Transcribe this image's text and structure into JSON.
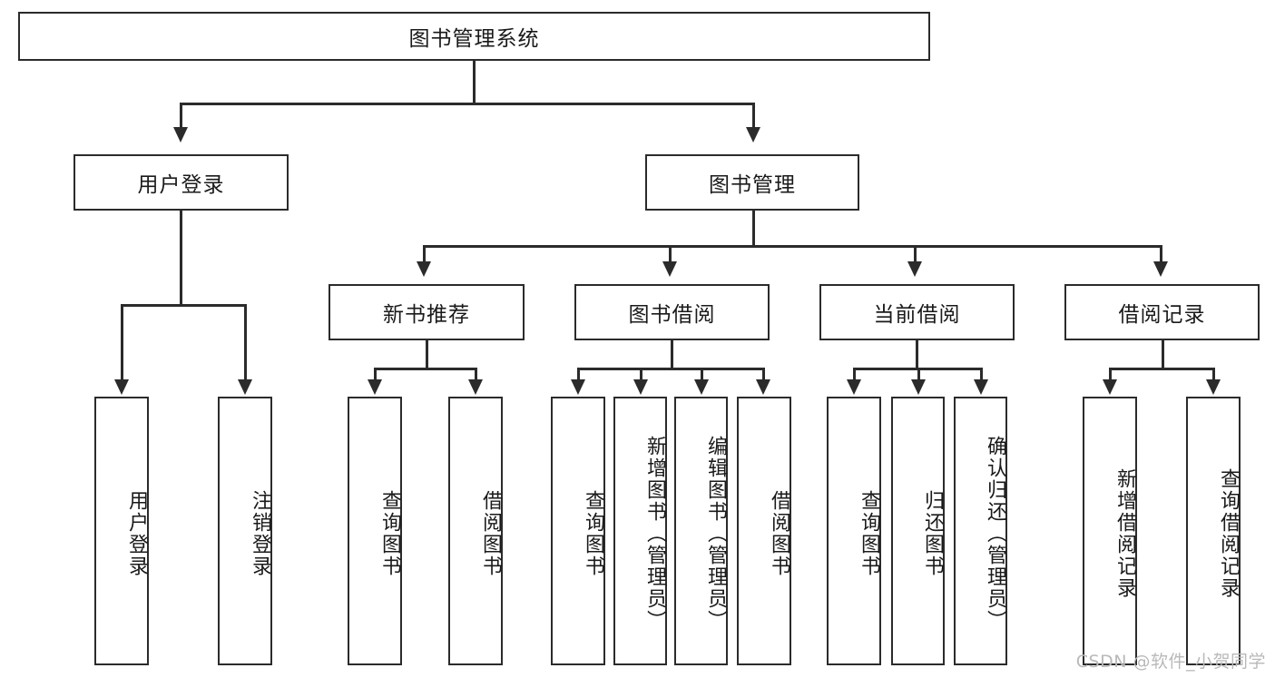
{
  "diagram": {
    "type": "tree-hierarchy",
    "root": {
      "id": "root",
      "label": "图书管理系统"
    },
    "level2": [
      {
        "id": "user-login",
        "label": "用户登录"
      },
      {
        "id": "book-management",
        "label": "图书管理"
      }
    ],
    "level3": [
      {
        "id": "new-book-recommend",
        "label": "新书推荐",
        "parent": "book-management"
      },
      {
        "id": "book-borrow",
        "label": "图书借阅",
        "parent": "book-management"
      },
      {
        "id": "current-borrow",
        "label": "当前借阅",
        "parent": "book-management"
      },
      {
        "id": "borrow-record",
        "label": "借阅记录",
        "parent": "book-management"
      }
    ],
    "leaves": {
      "user_login": [
        {
          "id": "leaf-user-login",
          "label": "用户登录"
        },
        {
          "id": "leaf-logout",
          "label": "注销登录"
        }
      ],
      "new_book_recommend": [
        {
          "id": "leaf-query-book-1",
          "label": "查询图书"
        },
        {
          "id": "leaf-borrow-book-1",
          "label": "借阅图书"
        }
      ],
      "book_borrow": [
        {
          "id": "leaf-query-book-2",
          "label": "查询图书"
        },
        {
          "id": "leaf-add-book",
          "label": "新增图书（管理员）"
        },
        {
          "id": "leaf-edit-book",
          "label": "编辑图书（管理员）"
        },
        {
          "id": "leaf-borrow-book-2",
          "label": "借阅图书"
        }
      ],
      "current_borrow": [
        {
          "id": "leaf-query-book-3",
          "label": "查询图书"
        },
        {
          "id": "leaf-return-book",
          "label": "归还图书"
        },
        {
          "id": "leaf-confirm-return",
          "label": "确认归还（管理员）"
        }
      ],
      "borrow_record": [
        {
          "id": "leaf-add-record",
          "label": "新增借阅记录"
        },
        {
          "id": "leaf-query-record",
          "label": "查询借阅记录"
        }
      ]
    }
  },
  "watermark": {
    "text": "CSDN @软件_小贺同学"
  },
  "colors": {
    "stroke": "#2b2b2b",
    "fill": "#ffffff",
    "text": "#1a1a1a",
    "watermark": "#b9b9b9"
  }
}
